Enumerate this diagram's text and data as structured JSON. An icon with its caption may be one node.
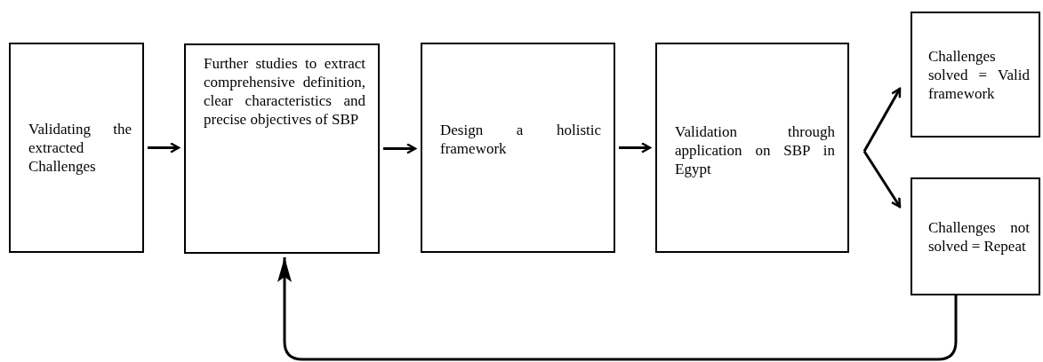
{
  "diagram": {
    "nodes": [
      {
        "text": [
          "Validating the extracted Challenges"
        ]
      },
      {
        "text": [
          "Further studies to extract comprehensive definition, clear characteristics and precise objectives of SBP"
        ]
      },
      {
        "text": [
          "Design a holistic framework"
        ]
      },
      {
        "text": [
          "Validation through application on SBP in Egypt"
        ]
      },
      {
        "text": [
          "Challenges solved = Valid framework"
        ]
      },
      {
        "text": [
          "Challenges not solved = Repeat"
        ]
      }
    ],
    "edges": [
      {
        "from": 0,
        "to": 1,
        "arrow": "to"
      },
      {
        "from": 1,
        "to": 2,
        "arrow": "to"
      },
      {
        "from": 2,
        "to": 3,
        "arrow": "to"
      },
      {
        "from": 3,
        "to": 4,
        "arrow": "to"
      },
      {
        "from": 3,
        "to": 5,
        "arrow": "to"
      },
      {
        "from": 5,
        "to": 1,
        "arrow": "to"
      }
    ]
  }
}
